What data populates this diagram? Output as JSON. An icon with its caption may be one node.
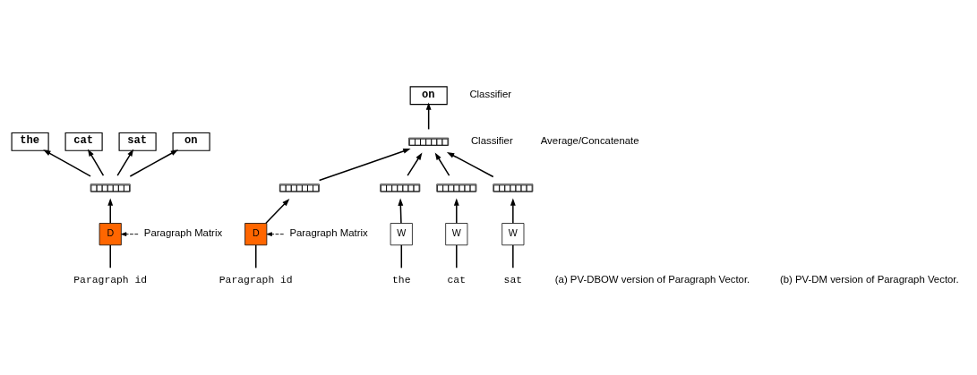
{
  "diagram": {
    "nodes": [
      {
        "text": [
          "the"
        ]
      },
      {
        "text": [
          "cat"
        ]
      },
      {
        "text": [
          "sat"
        ]
      },
      {
        "text": [
          "on"
        ]
      },
      {
        "text": [],
        "shape": "bar"
      },
      {
        "text": [
          "D"
        ]
      },
      {
        "text": [
          "Paragraph id"
        ]
      },
      {
        "text": [
          "Paragraph Matrix"
        ]
      },
      {
        "text": [
          "on"
        ]
      },
      {
        "text": [],
        "shape": "bar"
      },
      {
        "text": [],
        "shape": "bar"
      },
      {
        "text": [],
        "shape": "bar"
      },
      {
        "text": [],
        "shape": "bar"
      },
      {
        "text": [],
        "shape": "bar"
      },
      {
        "text": [
          "D"
        ]
      },
      {
        "text": [
          "W"
        ]
      },
      {
        "text": [
          "W"
        ]
      },
      {
        "text": [
          "W"
        ]
      },
      {
        "text": [
          "Paragraph id"
        ]
      },
      {
        "text": [
          "the"
        ]
      },
      {
        "text": [
          "cat"
        ]
      },
      {
        "text": [
          "sat"
        ]
      },
      {
        "text": [
          "Paragraph Matrix"
        ]
      }
    ],
    "edges": [
      {
        "from": 4,
        "to": 0,
        "arrow": "to"
      },
      {
        "from": 4,
        "to": 1,
        "arrow": "to"
      },
      {
        "from": 4,
        "to": 2,
        "arrow": "to"
      },
      {
        "from": 4,
        "to": 3,
        "arrow": "to"
      },
      {
        "from": 5,
        "to": 4,
        "arrow": "to"
      },
      {
        "from": 6,
        "to": 5,
        "arrow": "none"
      },
      {
        "from": 7,
        "to": 5,
        "arrow": "to",
        "style": "dashed"
      },
      {
        "from": 9,
        "to": 8,
        "arrow": "to"
      },
      {
        "from": 10,
        "to": 9,
        "arrow": "to"
      },
      {
        "from": 11,
        "to": 9,
        "arrow": "to"
      },
      {
        "from": 12,
        "to": 9,
        "arrow": "to"
      },
      {
        "from": 13,
        "to": 9,
        "arrow": "to"
      },
      {
        "from": 14,
        "to": 10,
        "arrow": "to"
      },
      {
        "from": 15,
        "to": 11,
        "arrow": "to"
      },
      {
        "from": 16,
        "to": 12,
        "arrow": "to"
      },
      {
        "from": 17,
        "to": 13,
        "arrow": "to"
      },
      {
        "from": 18,
        "to": 14,
        "arrow": "none"
      },
      {
        "from": 19,
        "to": 15,
        "arrow": "none"
      },
      {
        "from": 20,
        "to": 16,
        "arrow": "none"
      },
      {
        "from": 21,
        "to": 17,
        "arrow": "none"
      },
      {
        "from": 22,
        "to": 14,
        "arrow": "to",
        "style": "dashed"
      }
    ],
    "labels": [
      "Classifier",
      "Classifier",
      "Average/Concatenate",
      "(a) PV-DBOW version of Paragraph Vector.",
      "(b) PV-DM version of Paragraph Vector."
    ]
  }
}
